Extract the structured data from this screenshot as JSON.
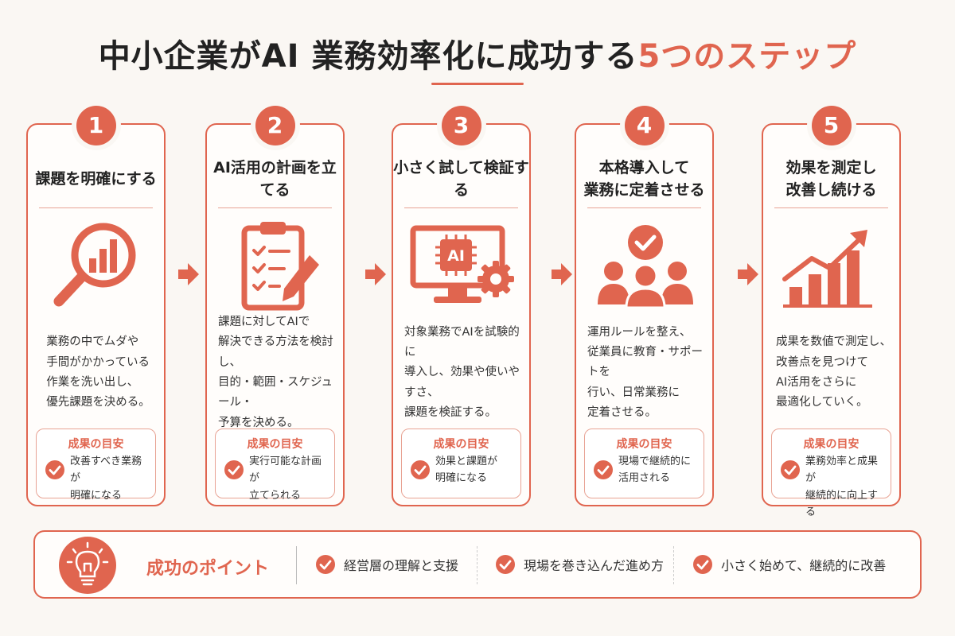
{
  "title": {
    "main": "中小企業がAI 業務効率化に成功する",
    "accent": "5つのステップ"
  },
  "steps": [
    {
      "number": "1",
      "title": "課題を明確にする",
      "icon": "magnifier-chart-icon",
      "description": "業務の中でムダや\n手間がかかっている\n作業を洗い出し、\n優先課題を決める。",
      "result_label": "成果の目安",
      "result_text": "改善すべき業務が\n明確になる"
    },
    {
      "number": "2",
      "title": "AI活用の計画を立てる",
      "icon": "clipboard-pencil-icon",
      "description": "課題に対してAIで\n解決できる方法を検討し、\n目的・範囲・スケジュール・\n予算を決める。",
      "result_label": "成果の目安",
      "result_text": "実行可能な計画が\n立てられる"
    },
    {
      "number": "3",
      "title": "小さく試して検証する",
      "icon": "monitor-ai-gear-icon",
      "icon_text": "AI",
      "description": "対象業務でAIを試験的に\n導入し、効果や使いやすさ、\n課題を検証する。",
      "result_label": "成果の目安",
      "result_text": "効果と課題が\n明確になる"
    },
    {
      "number": "4",
      "title": "本格導入して\n業務に定着させる",
      "icon": "team-check-icon",
      "description": "運用ルールを整え、\n従業員に教育・サポートを\n行い、日常業務に\n定着させる。",
      "result_label": "成果の目安",
      "result_text": "現場で継続的に\n活用される"
    },
    {
      "number": "5",
      "title": "効果を測定し\n改善し続ける",
      "icon": "growth-chart-icon",
      "description": "成果を数値で測定し、\n改善点を見つけて\nAI活用をさらに\n最適化していく。",
      "result_label": "成果の目安",
      "result_text": "業務効率と成果が\n継続的に向上する"
    }
  ],
  "success_points": {
    "label": "成功のポイント",
    "icon": "lightbulb-icon",
    "items": [
      "経営層の理解と支援",
      "現場を巻き込んだ進め方",
      "小さく始めて、継続的に改善"
    ]
  },
  "colors": {
    "accent": "#e0654f",
    "background": "#faf7f3",
    "text": "#2b2b2b"
  }
}
